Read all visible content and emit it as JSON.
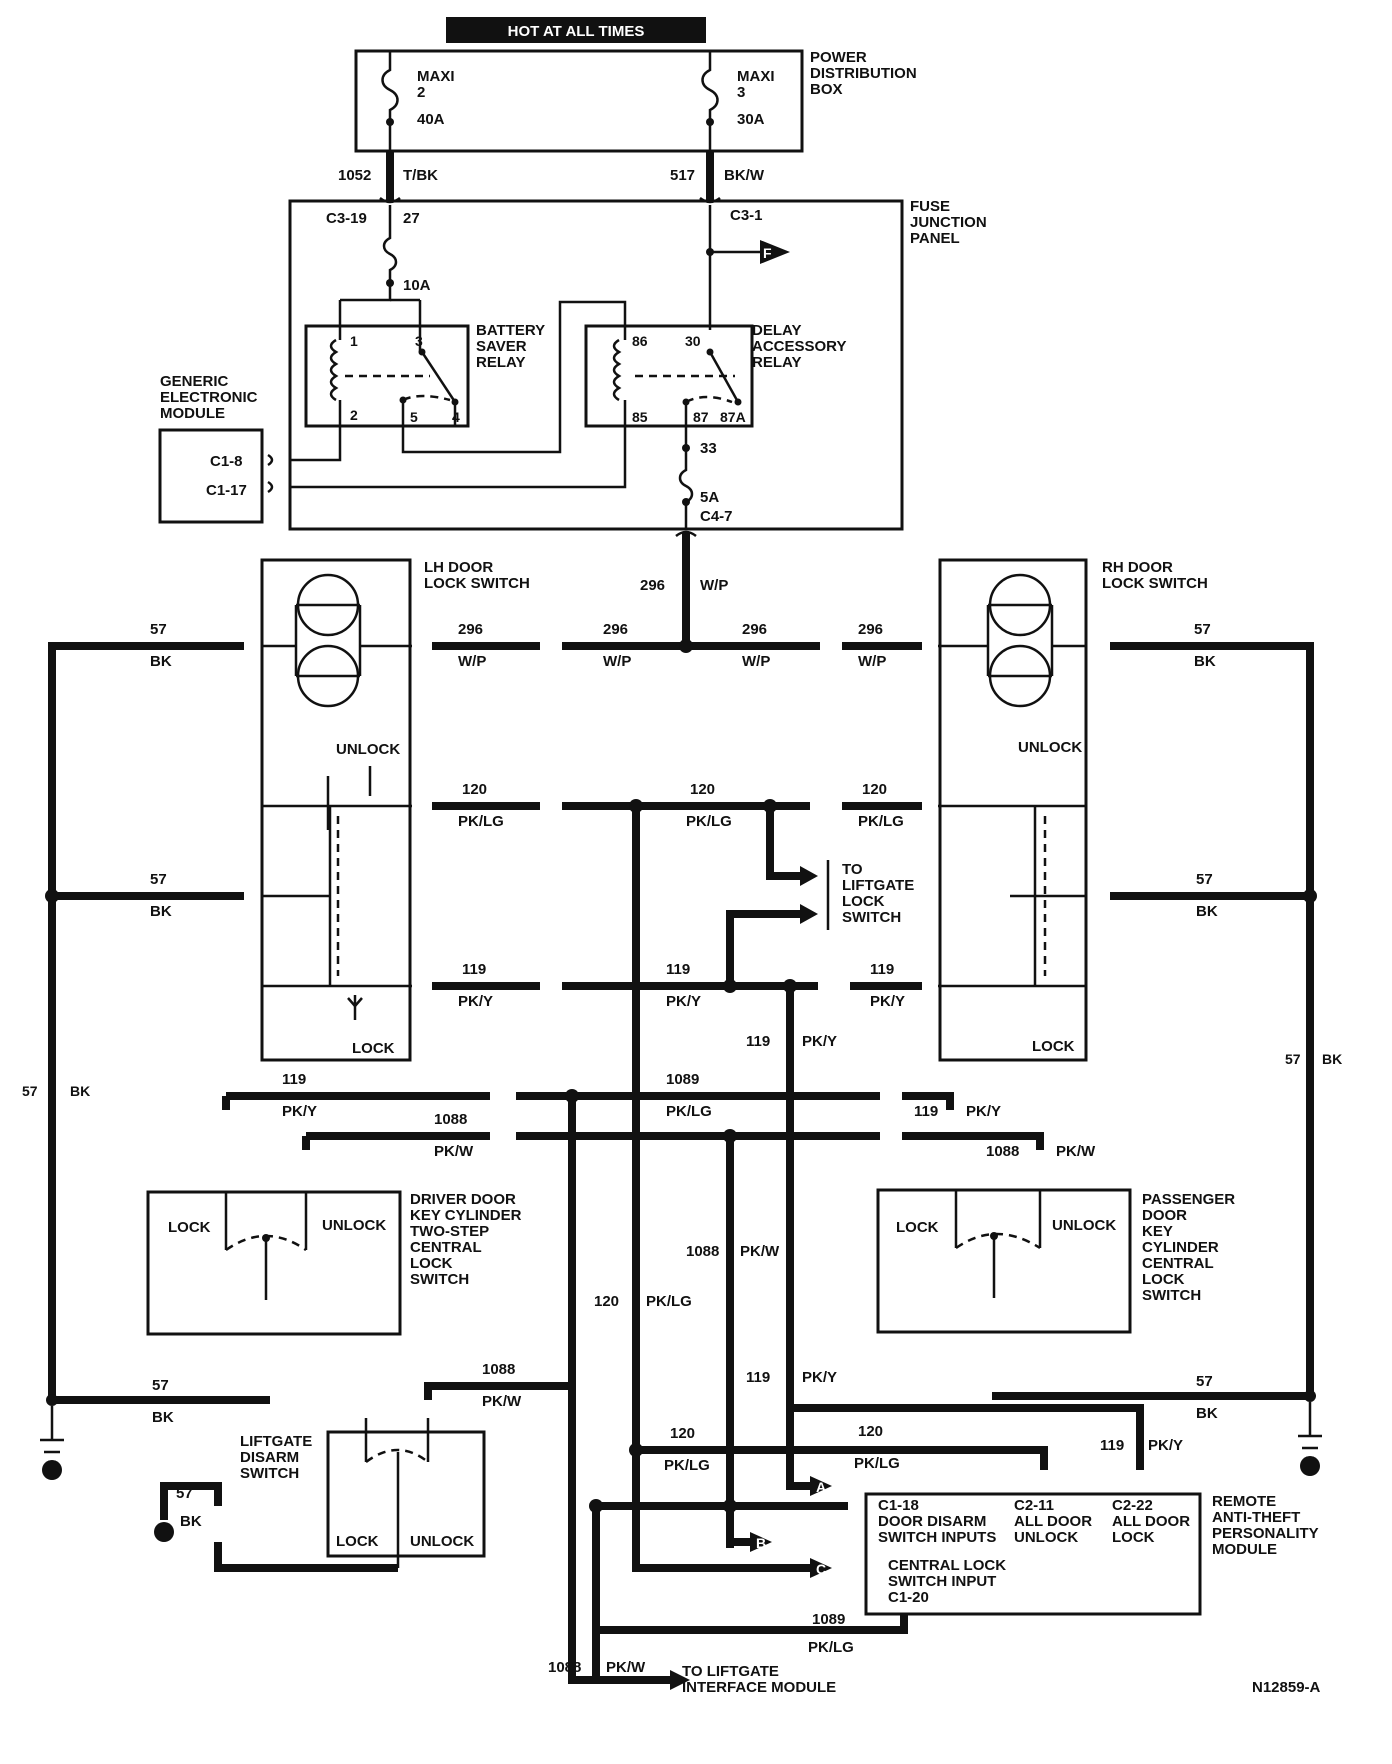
{
  "header": {
    "hot_at_all_times": "HOT AT ALL TIMES"
  },
  "power_distribution_box": {
    "title_lines": [
      "POWER",
      "DISTRIBUTION",
      "BOX"
    ],
    "fuse_a": {
      "name": "MAXI",
      "number": "2",
      "rating": "40A"
    },
    "fuse_b": {
      "name": "MAXI",
      "number": "3",
      "rating": "30A"
    }
  },
  "fuse_junction_panel": {
    "title_lines": [
      "FUSE",
      "JUNCTION",
      "PANEL"
    ],
    "conn_left": "C3-19",
    "pin_left": "27",
    "fuse_left": "10A",
    "conn_right": "C3-1",
    "f_tag": "F",
    "pin_33": "33",
    "fuse_right": "5A",
    "conn_c47": "C4-7",
    "battery_saver_relay": {
      "lines": [
        "BATTERY",
        "SAVER",
        "RELAY"
      ],
      "pins": [
        "1",
        "3",
        "2",
        "5",
        "4"
      ]
    },
    "delay_relay": {
      "lines": [
        "DELAY",
        "ACCESSORY",
        "RELAY"
      ],
      "pins": [
        "86",
        "30",
        "85",
        "87",
        "87A"
      ]
    }
  },
  "gem": {
    "lines": [
      "GENERIC",
      "ELECTRONIC",
      "MODULE"
    ],
    "conn1": "C1-8",
    "conn2": "C1-17"
  },
  "wires": {
    "w1052": "1052",
    "c_tbk": "T/BK",
    "w517": "517",
    "c_bkw": "BK/W",
    "w296": "296",
    "c_wp": "W/P",
    "w57": "57",
    "c_bk": "BK",
    "w120": "120",
    "c_pklg": "PK/LG",
    "w119": "119",
    "c_pky": "PK/Y",
    "w1089": "1089",
    "w1088": "1088",
    "c_pkw": "PK/W"
  },
  "lh_switch": {
    "lines": [
      "LH DOOR",
      "LOCK SWITCH"
    ],
    "unlock": "UNLOCK",
    "lock": "LOCK"
  },
  "rh_switch": {
    "lines": [
      "RH DOOR",
      "LOCK SWITCH"
    ],
    "unlock": "UNLOCK",
    "lock": "LOCK"
  },
  "to_liftgate_lock": {
    "lines": [
      "TO",
      "LIFTGATE",
      "LOCK",
      "SWITCH"
    ]
  },
  "driver_key": {
    "lines": [
      "DRIVER DOOR",
      "KEY CYLINDER",
      "TWO-STEP",
      "CENTRAL",
      "LOCK",
      "SWITCH"
    ],
    "lock": "LOCK",
    "unlock": "UNLOCK"
  },
  "passenger_key": {
    "lines": [
      "PASSENGER",
      "DOOR",
      "KEY",
      "CYLINDER",
      "CENTRAL",
      "LOCK",
      "SWITCH"
    ],
    "lock": "LOCK",
    "unlock": "UNLOCK"
  },
  "liftgate_disarm": {
    "lines": [
      "LIFTGATE",
      "DISARM",
      "SWITCH"
    ],
    "lock": "LOCK",
    "unlock": "UNLOCK"
  },
  "rap_module": {
    "lines": [
      "REMOTE",
      "ANTI-THEFT",
      "PERSONALITY",
      "MODULE"
    ],
    "c118": [
      "C1-18",
      "DOOR DISARM",
      "SWITCH INPUTS"
    ],
    "c211": [
      "C2-11",
      "ALL DOOR",
      "UNLOCK"
    ],
    "c222": [
      "C2-22",
      "ALL DOOR",
      "LOCK"
    ],
    "c120": [
      "CENTRAL LOCK",
      "SWITCH INPUT",
      "C1-20"
    ]
  },
  "tags": {
    "a": "A",
    "b": "B",
    "c": "C"
  },
  "to_liftgate_interface": {
    "lines": [
      "TO LIFTGATE",
      "INTERFACE MODULE"
    ]
  },
  "figure_id": "N12859-A"
}
